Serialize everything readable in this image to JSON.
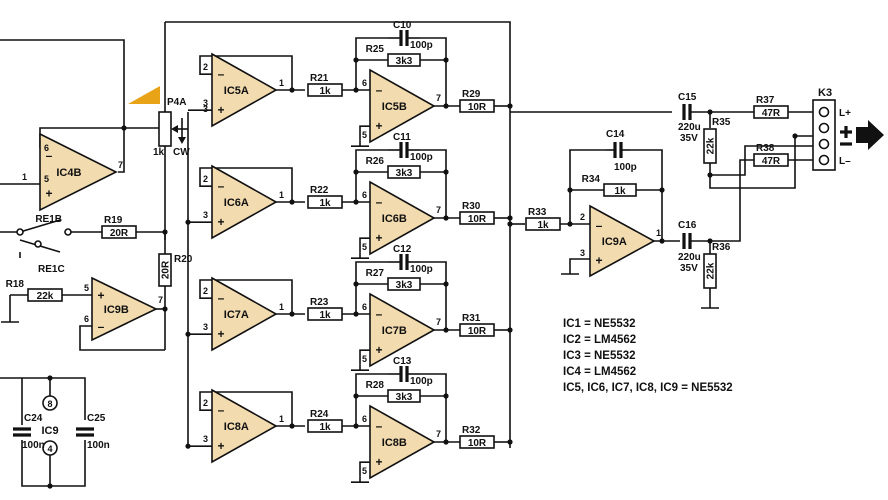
{
  "opamps": {
    "ic4b": {
      "name": "IC4B",
      "pins": [
        "6",
        "5",
        "7"
      ]
    },
    "ic9b": {
      "name": "IC9B",
      "pins": [
        "5",
        "6",
        "7"
      ]
    },
    "ic5a": {
      "name": "IC5A",
      "pins": [
        "2",
        "3",
        "1"
      ]
    },
    "ic5b": {
      "name": "IC5B",
      "pins": [
        "6",
        "5",
        "7"
      ]
    },
    "ic6a": {
      "name": "IC6A",
      "pins": [
        "2",
        "3",
        "1"
      ]
    },
    "ic6b": {
      "name": "IC6B",
      "pins": [
        "6",
        "5",
        "7"
      ]
    },
    "ic7a": {
      "name": "IC7A",
      "pins": [
        "2",
        "3",
        "1"
      ]
    },
    "ic7b": {
      "name": "IC7B",
      "pins": [
        "6",
        "5",
        "7"
      ]
    },
    "ic8a": {
      "name": "IC8A",
      "pins": [
        "2",
        "3",
        "1"
      ]
    },
    "ic8b": {
      "name": "IC8B",
      "pins": [
        "6",
        "5",
        "7"
      ]
    },
    "ic9a": {
      "name": "IC9A",
      "pins": [
        "2",
        "3",
        "1"
      ]
    }
  },
  "resistors": {
    "r18": {
      "name": "R18",
      "value": "22k"
    },
    "r19": {
      "name": "R19",
      "value": "20R"
    },
    "r20": {
      "name": "R20",
      "value": "20R"
    },
    "r21": {
      "name": "R21",
      "value": "1k"
    },
    "r22": {
      "name": "R22",
      "value": "1k"
    },
    "r23": {
      "name": "R23",
      "value": "1k"
    },
    "r24": {
      "name": "R24",
      "value": "1k"
    },
    "r25": {
      "name": "R25",
      "value": "3k3"
    },
    "r26": {
      "name": "R26",
      "value": "3k3"
    },
    "r27": {
      "name": "R27",
      "value": "3k3"
    },
    "r28": {
      "name": "R28",
      "value": "3k3"
    },
    "r29": {
      "name": "R29",
      "value": "10R"
    },
    "r30": {
      "name": "R30",
      "value": "10R"
    },
    "r31": {
      "name": "R31",
      "value": "10R"
    },
    "r32": {
      "name": "R32",
      "value": "10R"
    },
    "r33": {
      "name": "R33",
      "value": "1k"
    },
    "r34": {
      "name": "R34",
      "value": "1k"
    },
    "r35": {
      "name": "R35",
      "value": "22k"
    },
    "r36": {
      "name": "R36",
      "value": "22k"
    },
    "r37": {
      "name": "R37",
      "value": "47R"
    },
    "r38": {
      "name": "R38",
      "value": "47R"
    }
  },
  "capacitors": {
    "c10": {
      "name": "C10",
      "value": "100p"
    },
    "c11": {
      "name": "C11",
      "value": "100p"
    },
    "c12": {
      "name": "C12",
      "value": "100p"
    },
    "c13": {
      "name": "C13",
      "value": "100p"
    },
    "c14": {
      "name": "C14",
      "value": "100p"
    },
    "c15": {
      "name": "C15",
      "value": "220u",
      "rating": "35V"
    },
    "c16": {
      "name": "C16",
      "value": "220u",
      "rating": "35V"
    },
    "c24": {
      "name": "C24",
      "value": "100n"
    },
    "c25": {
      "name": "C25",
      "value": "100n"
    }
  },
  "pot": {
    "name": "P4A",
    "value": "1k",
    "direction": "CW"
  },
  "relays": {
    "re1b": "RE1B",
    "re1c": "RE1C"
  },
  "connector": {
    "name": "K3",
    "plus": "L+",
    "minus": "L–"
  },
  "supply": {
    "name": "IC9",
    "pin_top": "8",
    "pin_bottom": "4"
  },
  "misc": {
    "pin1_left": "1",
    "accent_color": "#e8a317",
    "opamp_fill": "#f3dbb0"
  },
  "notes": [
    "IC1 = NE5532",
    "IC2 = LM4562",
    "IC3 = NE5532",
    "IC4 = LM4562",
    "IC5, IC6, IC7, IC8, IC9 = NE5532"
  ]
}
